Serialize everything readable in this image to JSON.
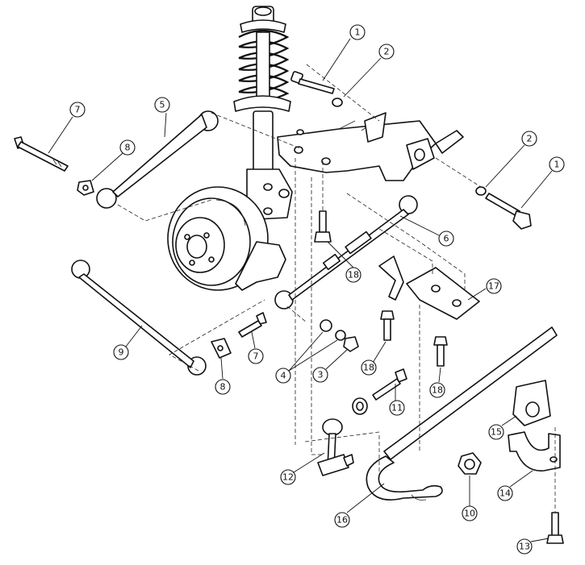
{
  "callouts": [
    {
      "id": "1a",
      "label": "1"
    },
    {
      "id": "2a",
      "label": "2"
    },
    {
      "id": "7a",
      "label": "7"
    },
    {
      "id": "5",
      "label": "5"
    },
    {
      "id": "8a",
      "label": "8"
    },
    {
      "id": "2b",
      "label": "2"
    },
    {
      "id": "1b",
      "label": "1"
    },
    {
      "id": "6",
      "label": "6"
    },
    {
      "id": "18a",
      "label": "18"
    },
    {
      "id": "17",
      "label": "17"
    },
    {
      "id": "9",
      "label": "9"
    },
    {
      "id": "7b",
      "label": "7"
    },
    {
      "id": "8b",
      "label": "8"
    },
    {
      "id": "4",
      "label": "4"
    },
    {
      "id": "3",
      "label": "3"
    },
    {
      "id": "18b",
      "label": "18"
    },
    {
      "id": "18c",
      "label": "18"
    },
    {
      "id": "11",
      "label": "11"
    },
    {
      "id": "15",
      "label": "15"
    },
    {
      "id": "12",
      "label": "12"
    },
    {
      "id": "16",
      "label": "16"
    },
    {
      "id": "10",
      "label": "10"
    },
    {
      "id": "14",
      "label": "14"
    },
    {
      "id": "13",
      "label": "13"
    }
  ]
}
